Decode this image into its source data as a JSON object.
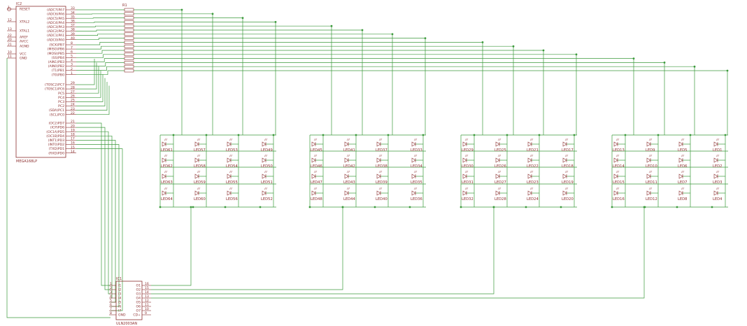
{
  "ic2": {
    "name": "IC2",
    "part": "MEGA168LP",
    "left_pins": [
      {
        "num": "1",
        "name": "RESET"
      },
      {
        "num": "12",
        "name": "XTAL2"
      },
      {
        "num": "13",
        "name": "XTAL1"
      },
      {
        "num": "22",
        "name": "AREF"
      },
      {
        "num": "20",
        "name": "AVCC"
      },
      {
        "num": "21",
        "name": "AGND"
      },
      {
        "num": "10",
        "name": "VCC"
      },
      {
        "num": "11",
        "name": "GND"
      }
    ],
    "right_pins": [
      {
        "num": "33",
        "name": "(ADC7)PA7"
      },
      {
        "num": "34",
        "name": "(ADC6)PA6"
      },
      {
        "num": "35",
        "name": "(ADC5)PA5"
      },
      {
        "num": "36",
        "name": "(ADC4)PA4"
      },
      {
        "num": "37",
        "name": "(ADC3)PA3"
      },
      {
        "num": "38",
        "name": "(ADC2)PA2"
      },
      {
        "num": "39",
        "name": "(ADC1)PA1"
      },
      {
        "num": "40",
        "name": "(ADC0)PA0"
      },
      {
        "num": "8",
        "name": "(SCK)PB7"
      },
      {
        "num": "7",
        "name": "(MISO)PB6"
      },
      {
        "num": "6",
        "name": "(MOSI)PB5"
      },
      {
        "num": "5",
        "name": "(SS)PB4"
      },
      {
        "num": "4",
        "name": "(AIN1)PB3"
      },
      {
        "num": "3",
        "name": "(AIN0)PB2"
      },
      {
        "num": "2",
        "name": "(T1)PB1"
      },
      {
        "num": "1",
        "name": "(T0)PB0"
      },
      {
        "num": "29",
        "name": "(TOSC2)PC7"
      },
      {
        "num": "28",
        "name": "(TOSC1)PC6"
      },
      {
        "num": "27",
        "name": "PC5"
      },
      {
        "num": "26",
        "name": "PC4"
      },
      {
        "num": "25",
        "name": "PC3"
      },
      {
        "num": "24",
        "name": "PC2"
      },
      {
        "num": "23",
        "name": "(SDA)PC1"
      },
      {
        "num": "22",
        "name": "(SCL)PC0"
      },
      {
        "num": "21",
        "name": "(OC2)PD7"
      },
      {
        "num": "20",
        "name": "(ICP)PD6"
      },
      {
        "num": "19",
        "name": "(OC1A)PD5"
      },
      {
        "num": "18",
        "name": "(OC1B)PD4"
      },
      {
        "num": "17",
        "name": "(INT1)PD3"
      },
      {
        "num": "16",
        "name": "(INT0)PD2"
      },
      {
        "num": "15",
        "name": "(TXD)PD1"
      },
      {
        "num": "14",
        "name": "(RXD)PD0"
      }
    ]
  },
  "r1": {
    "name": "R1",
    "count": 16
  },
  "ic1": {
    "name": "IC1",
    "part": "ULN2003AN",
    "left_pins": [
      {
        "num": "1",
        "name": "I1"
      },
      {
        "num": "2",
        "name": "I2"
      },
      {
        "num": "3",
        "name": "I3"
      },
      {
        "num": "4",
        "name": "I4"
      },
      {
        "num": "5",
        "name": "I5"
      },
      {
        "num": "6",
        "name": "I6"
      },
      {
        "num": "7",
        "name": "I7"
      },
      {
        "num": "8",
        "name": "GND"
      }
    ],
    "right_pins": [
      {
        "num": "16",
        "name": "O1"
      },
      {
        "num": "15",
        "name": "O2"
      },
      {
        "num": "14",
        "name": "O3"
      },
      {
        "num": "13",
        "name": "O4"
      },
      {
        "num": "12",
        "name": "O5"
      },
      {
        "num": "11",
        "name": "O6"
      },
      {
        "num": "10",
        "name": "O7"
      },
      {
        "num": "9",
        "name": "CD+"
      }
    ]
  },
  "led_groups": [
    [
      [
        "LED61",
        "LED62",
        "LED63",
        "LED64"
      ],
      [
        "LED57",
        "LED58",
        "LED59",
        "LED60"
      ],
      [
        "LED53",
        "LED54",
        "LED55",
        "LED56"
      ],
      [
        "LED49",
        "LED50",
        "LED51",
        "LED52"
      ]
    ],
    [
      [
        "LED45",
        "LED46",
        "LED47",
        "LED48"
      ],
      [
        "LED41",
        "LED42",
        "LED43",
        "LED44"
      ],
      [
        "LED37",
        "LED38",
        "LED39",
        "LED40"
      ],
      [
        "LED33",
        "LED34",
        "LED35",
        "LED36"
      ]
    ],
    [
      [
        "LED29",
        "LED30",
        "LED31",
        "LED32"
      ],
      [
        "LED25",
        "LED26",
        "LED27",
        "LED28"
      ],
      [
        "LED21",
        "LED22",
        "LED23",
        "LED24"
      ],
      [
        "LED17",
        "LED18",
        "LED19",
        "LED20"
      ]
    ],
    [
      [
        "LED13",
        "LED14",
        "LED15",
        "LED16"
      ],
      [
        "LED9",
        "LED10",
        "LED11",
        "LED12"
      ],
      [
        "LED5",
        "LED6",
        "LED7",
        "LED8"
      ],
      [
        "LED1",
        "LED2",
        "LED3",
        "LED4"
      ]
    ]
  ],
  "colors": {
    "wire": "#3c9a3c",
    "symbol": "#8c2f2f",
    "junction": "#3c9a3c",
    "background": "#ffffff"
  }
}
